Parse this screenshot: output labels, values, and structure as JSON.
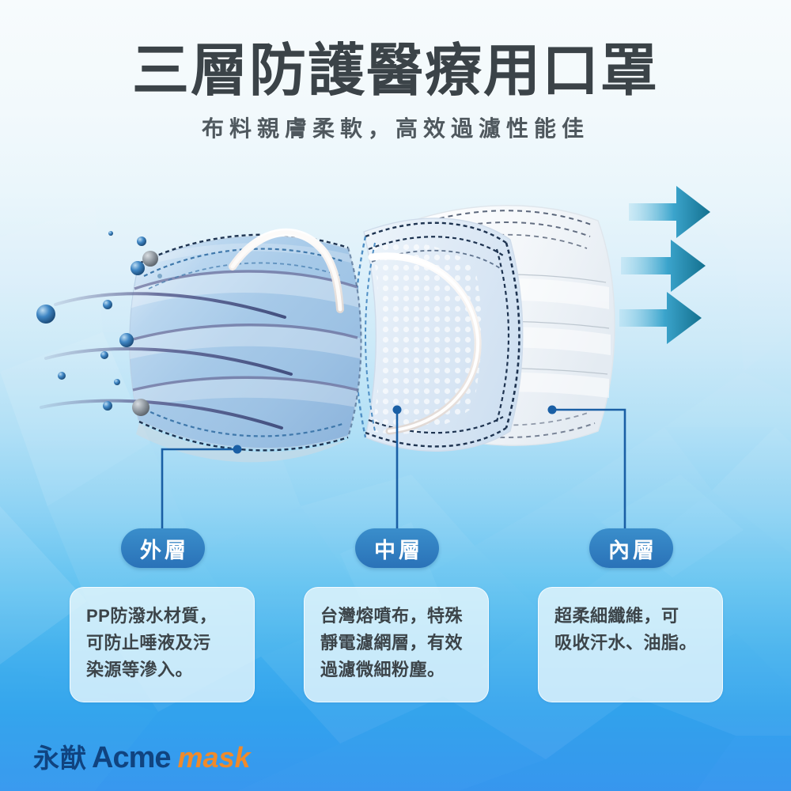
{
  "header": {
    "title": "三層防護醫療用口罩",
    "subtitle": "布料親膚柔軟，高效過濾性能佳"
  },
  "layers": [
    {
      "badge": "外層",
      "description": "PP防潑水材質，可防止唾液及污染源等滲入。",
      "lines": [
        "PP防潑水材質，",
        "可防止唾液及污",
        "染源等滲入。"
      ]
    },
    {
      "badge": "中層",
      "description": "台灣熔噴布，特殊靜電濾網層，有效過濾微細粉塵。",
      "lines": [
        "台灣熔噴布，特殊",
        "靜電濾網層，有效",
        "過濾微細粉塵。"
      ]
    },
    {
      "badge": "內層",
      "description": "超柔細纖維，可吸收汗水、油脂。",
      "lines": [
        "超柔細纖維，可",
        "吸收汗水、油脂。",
        ""
      ]
    }
  ],
  "illustration": {
    "alt": "three-layer-surgical-mask-cutaway",
    "outer_layer_label": "blue-outer-layer",
    "middle_layer_label": "meltblown-filter-layer",
    "inner_layer_label": "white-inner-layer",
    "airflow_arrows_count": 3,
    "particle_count": 12,
    "airflow_streak_count": 3
  },
  "logo": {
    "chinese": "永猷",
    "brand": "Acme",
    "product": "mask"
  },
  "colors": {
    "badge_blue": "#2a72b8",
    "connector_blue": "#1a5fa5",
    "title_gray": "#3b4348",
    "card_bg": "#e9f7fc",
    "arrow_teal": "#1b88ac",
    "logo_navy": "#10437f",
    "logo_orange": "#f08a2a",
    "bg_top": "#f7fbfd",
    "bg_bottom": "#3a96f0"
  }
}
